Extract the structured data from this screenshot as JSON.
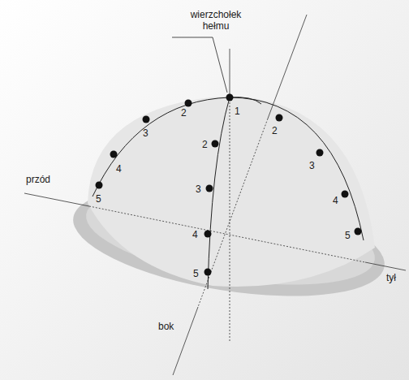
{
  "diagram": {
    "labels": [
      "wierzchołek hełmu",
      "przód",
      "2",
      "3",
      "4",
      "5",
      "1",
      "2",
      "3",
      "4",
      "5",
      "2",
      "3",
      "4",
      "5",
      "bok",
      "tył"
    ]
  }
}
